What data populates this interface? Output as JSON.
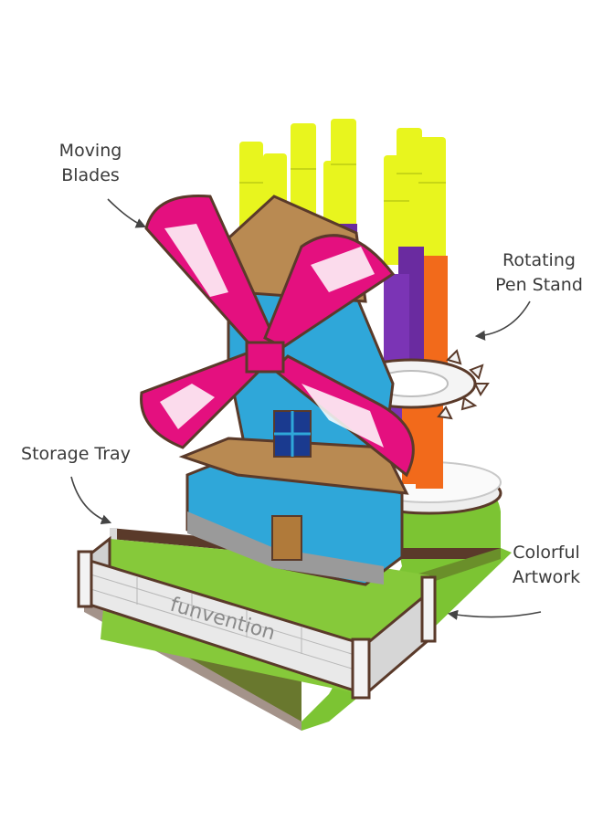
{
  "callouts": {
    "moving_blades": {
      "line1": "Moving",
      "line2": "Blades"
    },
    "rotating_pen_stand": {
      "line1": "Rotating",
      "line2": "Pen Stand"
    },
    "storage_tray": {
      "line1": "Storage Tray"
    },
    "colorful_artwork": {
      "line1": "Colorful",
      "line2": "Artwork"
    }
  },
  "product": {
    "brand_label": "funvention"
  },
  "colors": {
    "blades": "#e4107f",
    "tower": "#2fa7d9",
    "roof": "#b98a52",
    "grass": "#7cc433",
    "marker_cap": "#e8f51e",
    "marker_orange": "#f26a1b",
    "marker_purple": "#6a2ba0",
    "wood_edge": "#5a3a2a"
  },
  "icons": [
    "curved-arrow-icon"
  ]
}
